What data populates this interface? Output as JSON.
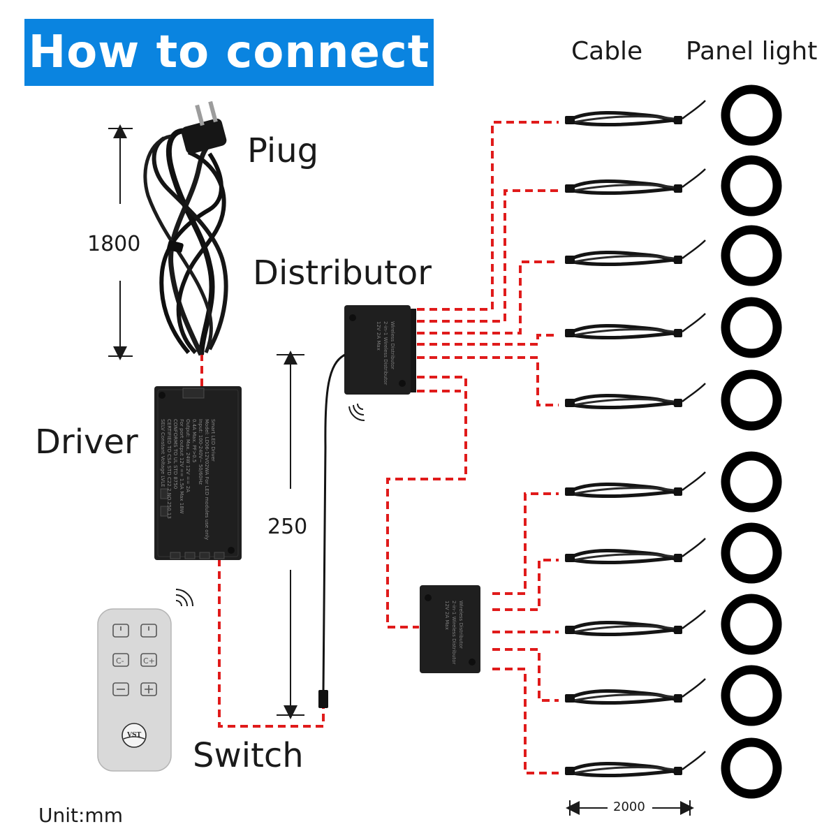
{
  "title": "How to connect",
  "labels": {
    "cable": "Cable",
    "panel_light": "Panel light",
    "plug": "Piug",
    "distributor": "Distributor",
    "driver": "Driver",
    "switch": "Switch",
    "unit": "Unit:mm"
  },
  "dimensions": {
    "plug_cord": "1800",
    "switch_cord": "250",
    "cable_length": "2000"
  },
  "driver_text": [
    "Smart LED Driver",
    "Model: LD06-12V02WA For LED modules use only",
    "Input: 100-240V~ 50/60Hz",
    "0.4A Max. PF>0.5",
    "Output: Max. 24W   12V == 2A",
    "For port output 12V == 1.5A Max 18W",
    "CONFORMS TO UL STD 8750",
    "CERTIFIED TO CSA STD C22.2 NO.250.13",
    "SELV   Constant Voltage   LVLE"
  ],
  "distributor_text": [
    "Wireless Distributor",
    "2-in-1 Wireless Distributor",
    "12V 2A Max"
  ],
  "remote_buttons": [
    "power-icon",
    "power-icon",
    "dim-down-icon",
    "dim-up-icon",
    "minus-icon",
    "plus-icon"
  ],
  "remote_logo": "VST",
  "colors": {
    "title_bg": "#0a84e0",
    "wire_red": "#e01b1b",
    "device_black": "#1f1f1f",
    "remote_body": "#d9d9d9"
  }
}
